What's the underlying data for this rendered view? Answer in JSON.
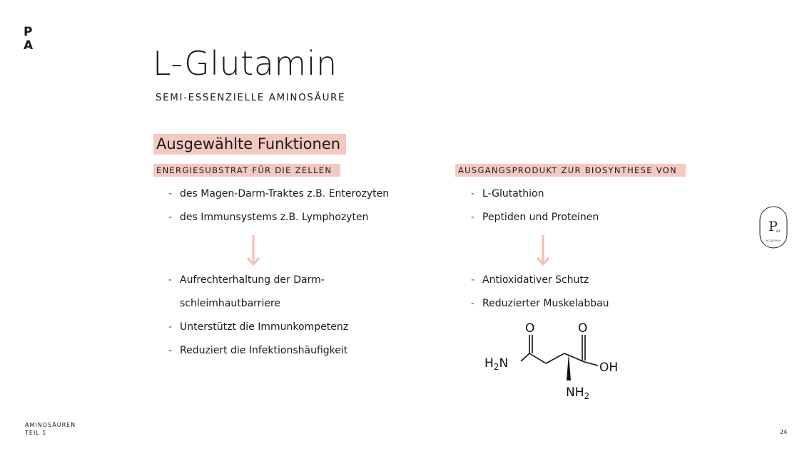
{
  "brand": {
    "logo_line1": "P",
    "logo_line2": "A"
  },
  "slide": {
    "title": "L-Glutamin",
    "subtitle": "SEMI-ESSENZIELLE AMINOSÄURE",
    "section_heading": "Ausgewählte Funktionen"
  },
  "left_column": {
    "heading": "ENERGIESUBSTRAT FÜR DIE ZELLEN",
    "items_top": [
      "des Magen-Darm-Traktes z.B. Enterozyten",
      "des Immunsystems z.B. Lymphozyten"
    ],
    "items_bottom": [
      "Aufrechterhaltung der Darm-schleimhautbarriere",
      "Unterstützt die Immunkompetenz",
      "Reduziert die Infektionshäufigkeit"
    ]
  },
  "right_column": {
    "heading": "AUSGANGSPRODUKT ZUR BIOSYNTHESE VON",
    "items_top": [
      "L-Glutathion",
      "Peptiden und Proteinen"
    ],
    "items_bottom": [
      "Antioxidativer Schutz",
      "Reduzierter Muskelabbau"
    ]
  },
  "molecule": {
    "o1": "O",
    "o2": "O",
    "h2n_h": "H",
    "h2n_sub": "2",
    "h2n_n": "N",
    "oh": "OH",
    "nh2_nh": "NH",
    "nh2_sub": "2"
  },
  "badge": {
    "letter": "P",
    "number": "82",
    "arc_text": "ACADEMY"
  },
  "footer": {
    "line1": "AMINOSÄUREN",
    "line2": "TEIL 1",
    "page": "24"
  },
  "colors": {
    "highlight": "#f6c9c0",
    "arrow": "#f4bfb4",
    "text": "#1a1a1a"
  },
  "icons": {
    "arrow": "arrow-down-icon",
    "badge": "academy-badge-icon"
  }
}
